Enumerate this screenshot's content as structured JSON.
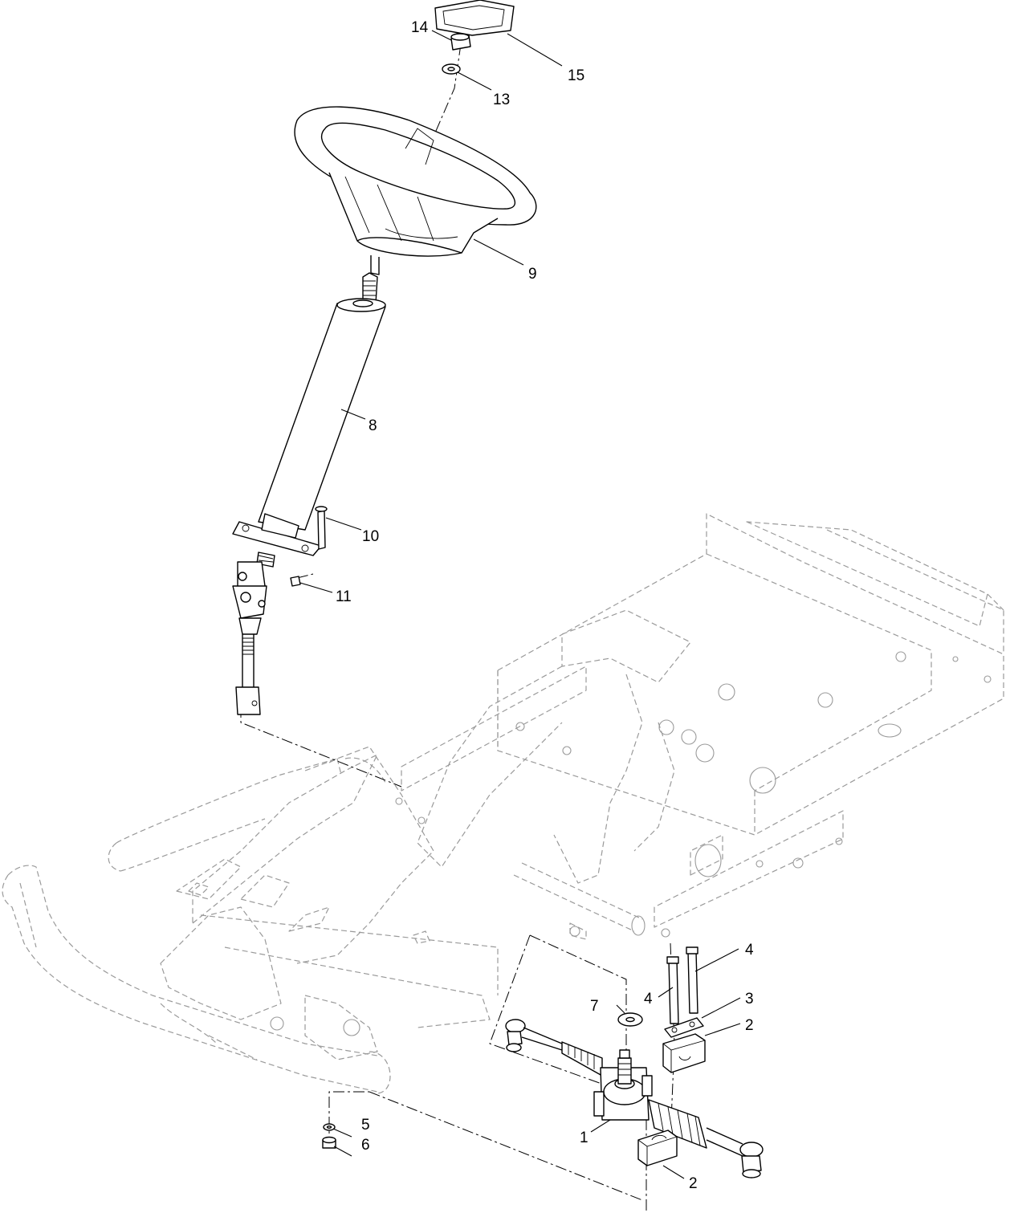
{
  "callouts": [
    {
      "id": "c14",
      "label": "14"
    },
    {
      "id": "c15",
      "label": "15"
    },
    {
      "id": "c13",
      "label": "13"
    },
    {
      "id": "c9",
      "label": "9"
    },
    {
      "id": "c8",
      "label": "8"
    },
    {
      "id": "c10",
      "label": "10"
    },
    {
      "id": "c11",
      "label": "11"
    },
    {
      "id": "c4a",
      "label": "4"
    },
    {
      "id": "c4b",
      "label": "4"
    },
    {
      "id": "c3",
      "label": "3"
    },
    {
      "id": "c2a",
      "label": "2"
    },
    {
      "id": "c7",
      "label": "7"
    },
    {
      "id": "c5",
      "label": "5"
    },
    {
      "id": "c6",
      "label": "6"
    },
    {
      "id": "c1",
      "label": "1"
    },
    {
      "id": "c2b",
      "label": "2"
    }
  ]
}
